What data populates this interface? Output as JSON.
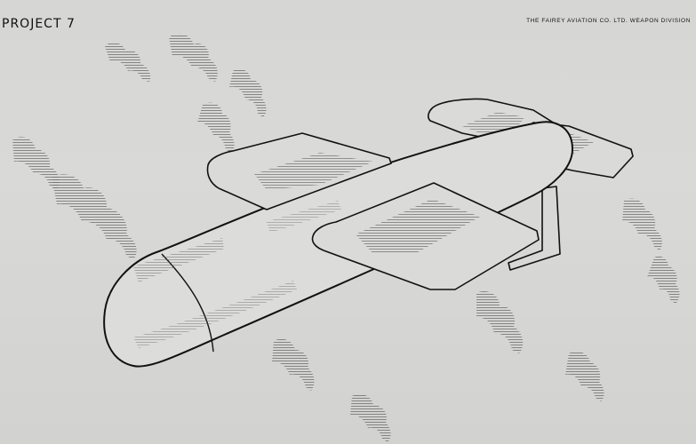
{
  "header": {
    "project_label": "PROJECT 7",
    "division_label": "THE FAIREY AVIATION CO. LTD. WEAPON DIVISION"
  },
  "colors": {
    "paper": "#d6d6d4",
    "ink": "#111111",
    "cloud_hatch": "#6a6a6a"
  },
  "illustration": {
    "subject": "missile-with-swept-wings",
    "background": "hatched-clouds"
  }
}
